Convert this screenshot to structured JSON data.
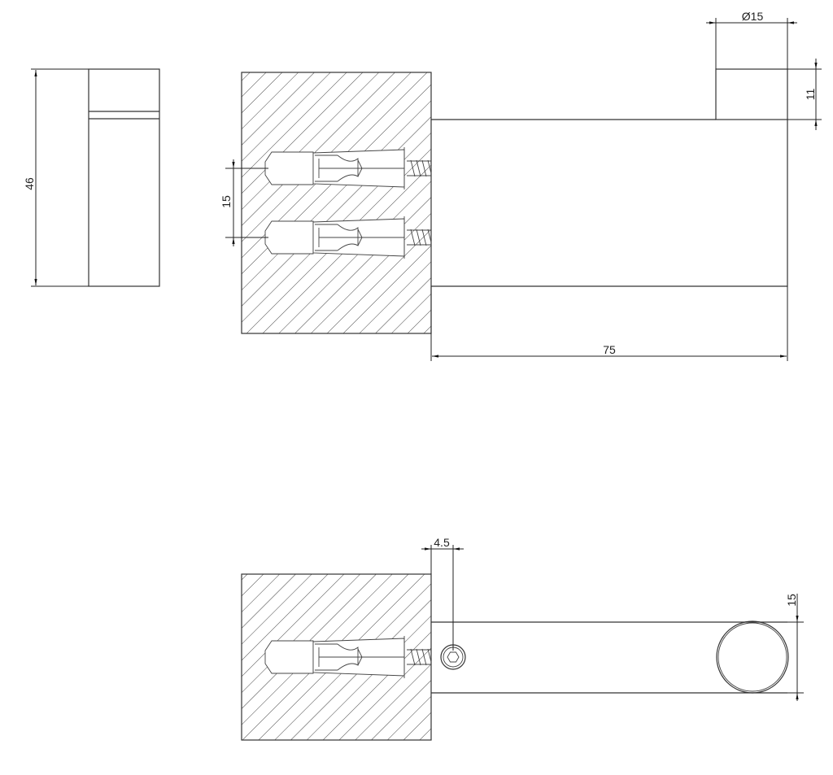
{
  "drawing": {
    "dimensions": {
      "height_side": "46",
      "cap_diameter": "Ø15",
      "cap_height": "11",
      "length": "75",
      "anchor_spacing": "15",
      "screw_offset": "4.5",
      "rod_width": "15"
    },
    "line_color": "#333333"
  }
}
